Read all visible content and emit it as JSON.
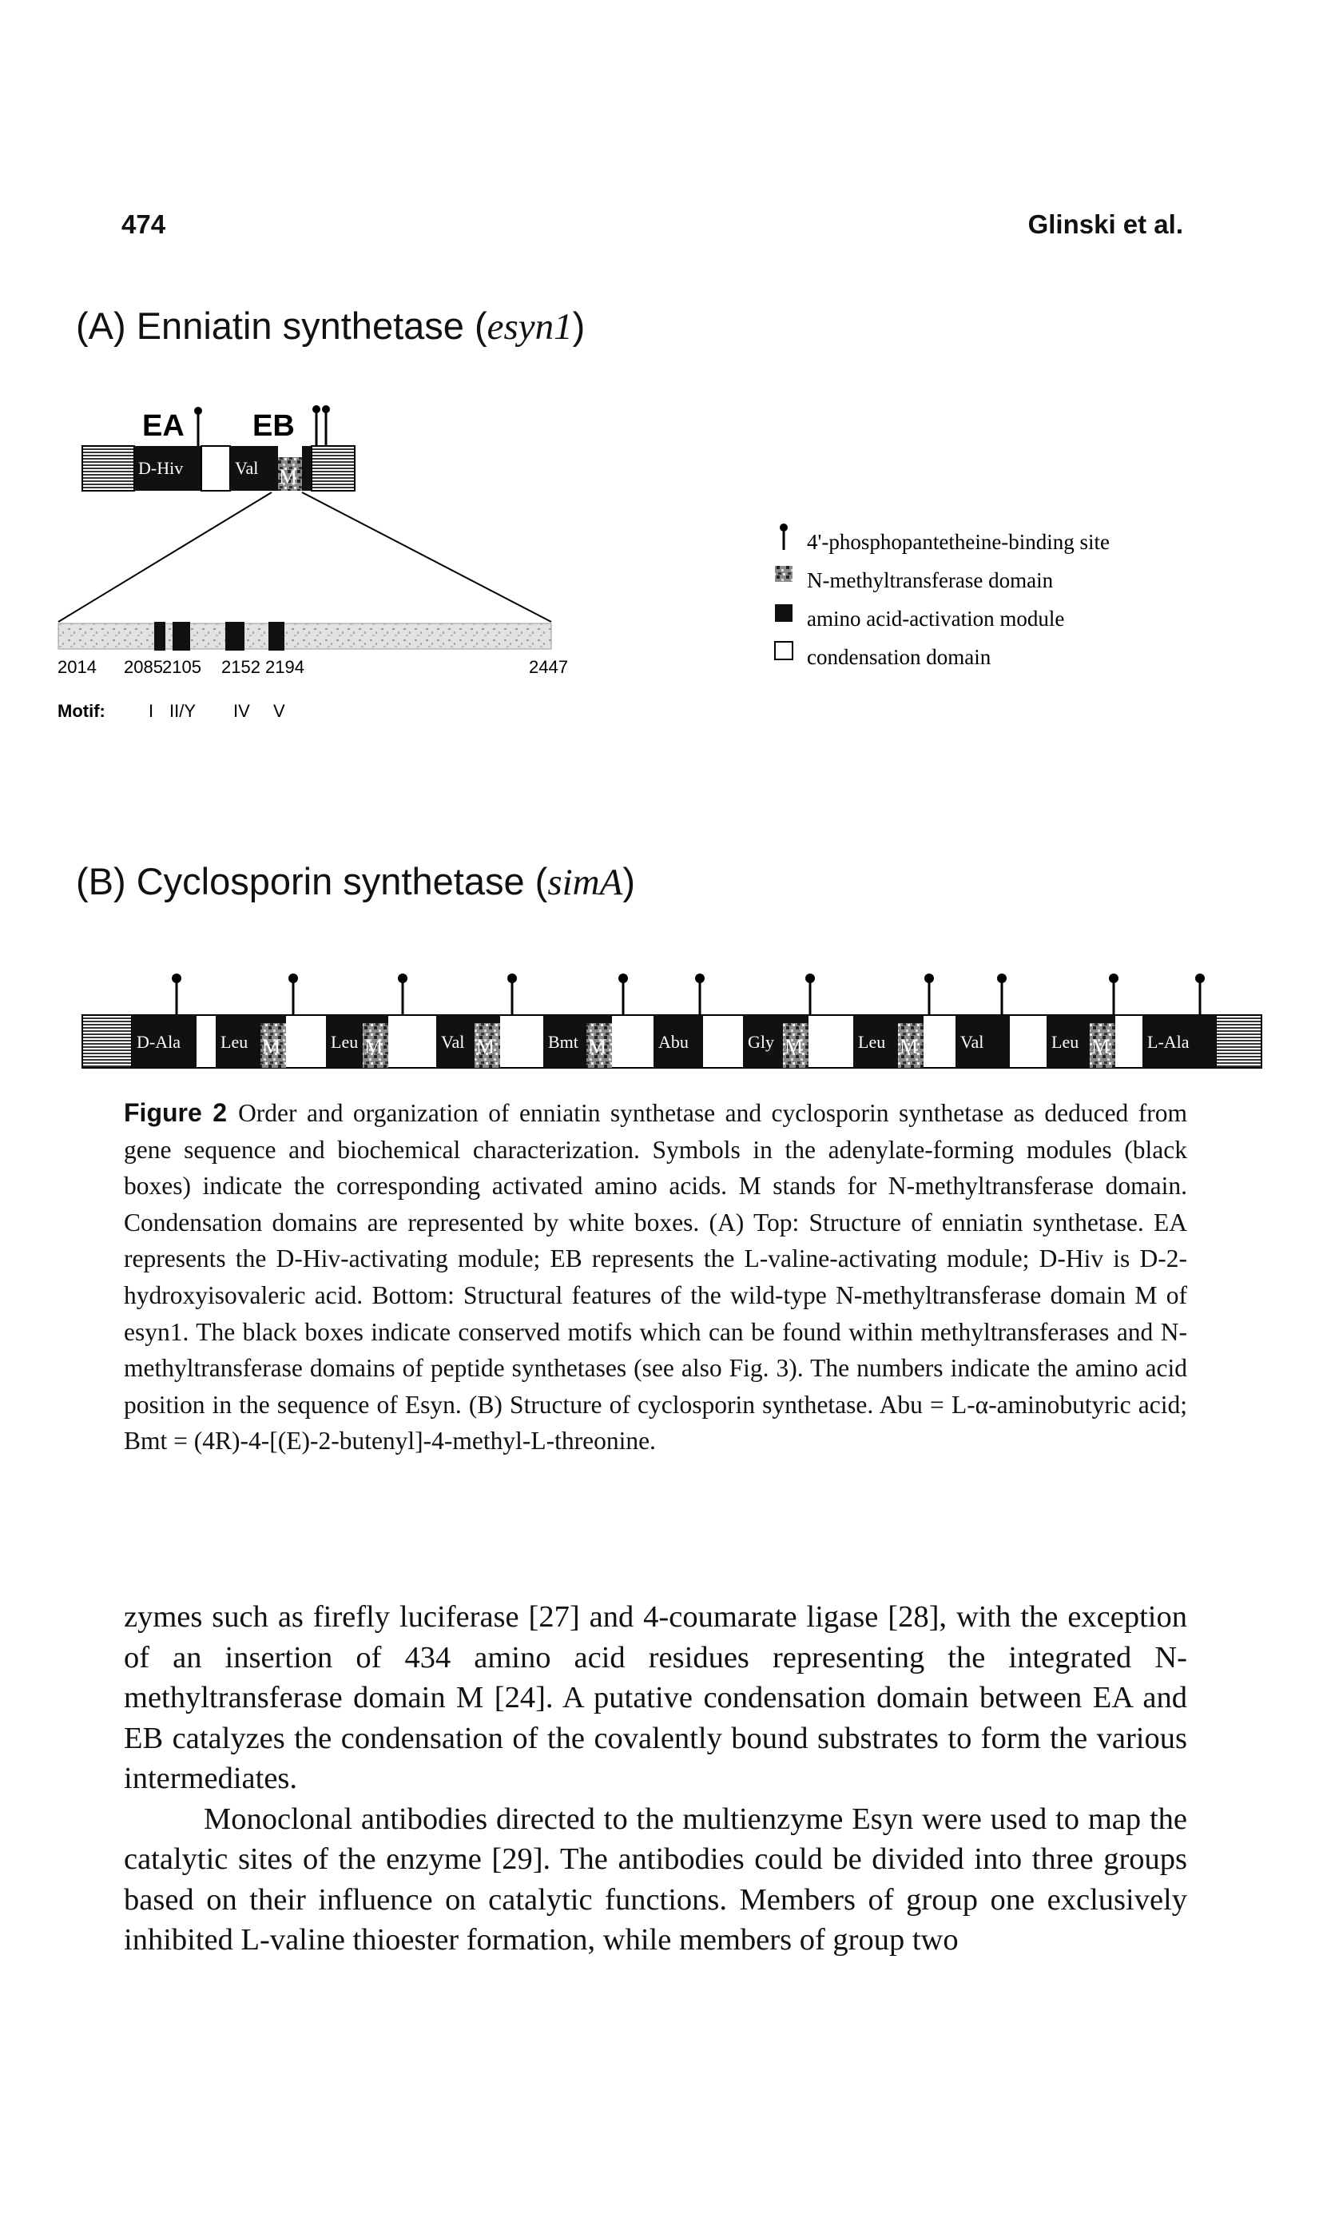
{
  "header": {
    "page_number": "474",
    "author": "Glinski et al."
  },
  "section_a": {
    "title_text": "(A) Enniatin synthetase (",
    "title_gene": "esyn1",
    "title_close": ")",
    "module_labels": {
      "ea": "EA",
      "eb": "EB"
    },
    "domain_labels": {
      "d_hiv": "D-Hiv",
      "val": "Val",
      "m": "M"
    },
    "positions": [
      "2014",
      "2085",
      "2105",
      "2152",
      "2194",
      "2447"
    ],
    "motif_label": "Motif:",
    "motifs": [
      "I",
      "II/Y",
      "IV",
      "V"
    ]
  },
  "legend": {
    "phosphopantetheine": "4'-phosphopantetheine-binding site",
    "methyltransferase": "N-methyltransferase domain",
    "activation": "amino acid-activation module",
    "condensation": "condensation domain"
  },
  "section_b": {
    "title_text": "(B) Cyclosporin synthetase (",
    "title_gene": "simA",
    "title_close": ")",
    "modules": [
      "D-Ala",
      "Leu",
      "Leu",
      "Val",
      "Bmt",
      "Abu",
      "Gly",
      "Leu",
      "Val",
      "Leu",
      "L-Ala"
    ],
    "m_label": "M"
  },
  "caption": {
    "label": "Figure 2",
    "text": "Order and organization of enniatin synthetase and cyclosporin synthetase as deduced from gene sequence and biochemical characterization. Symbols in the adenylate-forming modules (black boxes) indicate the corresponding activated amino acids. M stands for N-methyltransferase domain. Condensation domains are represented by white boxes. (A) Top: Structure of enniatin synthetase. EA represents the D-Hiv-activating module; EB represents the L-valine-activating module; D-Hiv is D-2-hydroxyisovaleric acid. Bottom: Structural features of the wild-type N-methyltransferase domain M of esyn1. The black boxes indicate conserved motifs which can be found within methyltransferases and N-methyltransferase domains of peptide synthetases (see also Fig. 3). The numbers indicate the amino acid position in the sequence of Esyn. (B) Structure of cyclosporin synthetase. Abu = L-α-aminobutyric acid; Bmt = (4R)-4-[(E)-2-butenyl]-4-methyl-L-threonine."
  },
  "body": {
    "paragraph_1": "zymes such as firefly luciferase [27] and 4-coumarate ligase [28], with the exception of an insertion of 434 amino acid residues representing the integrated N-methyltransferase domain M [24]. A putative condensation domain between EA and EB catalyzes the condensation of the covalently bound substrates to form the various intermediates.",
    "paragraph_2": "Monoclonal antibodies directed to the multienzyme Esyn were used to map the catalytic sites of the enzyme [29]. The antibodies could be divided into three groups based on their influence on catalytic functions. Members of group one exclusively inhibited L-valine thioester formation, while members of group two"
  }
}
